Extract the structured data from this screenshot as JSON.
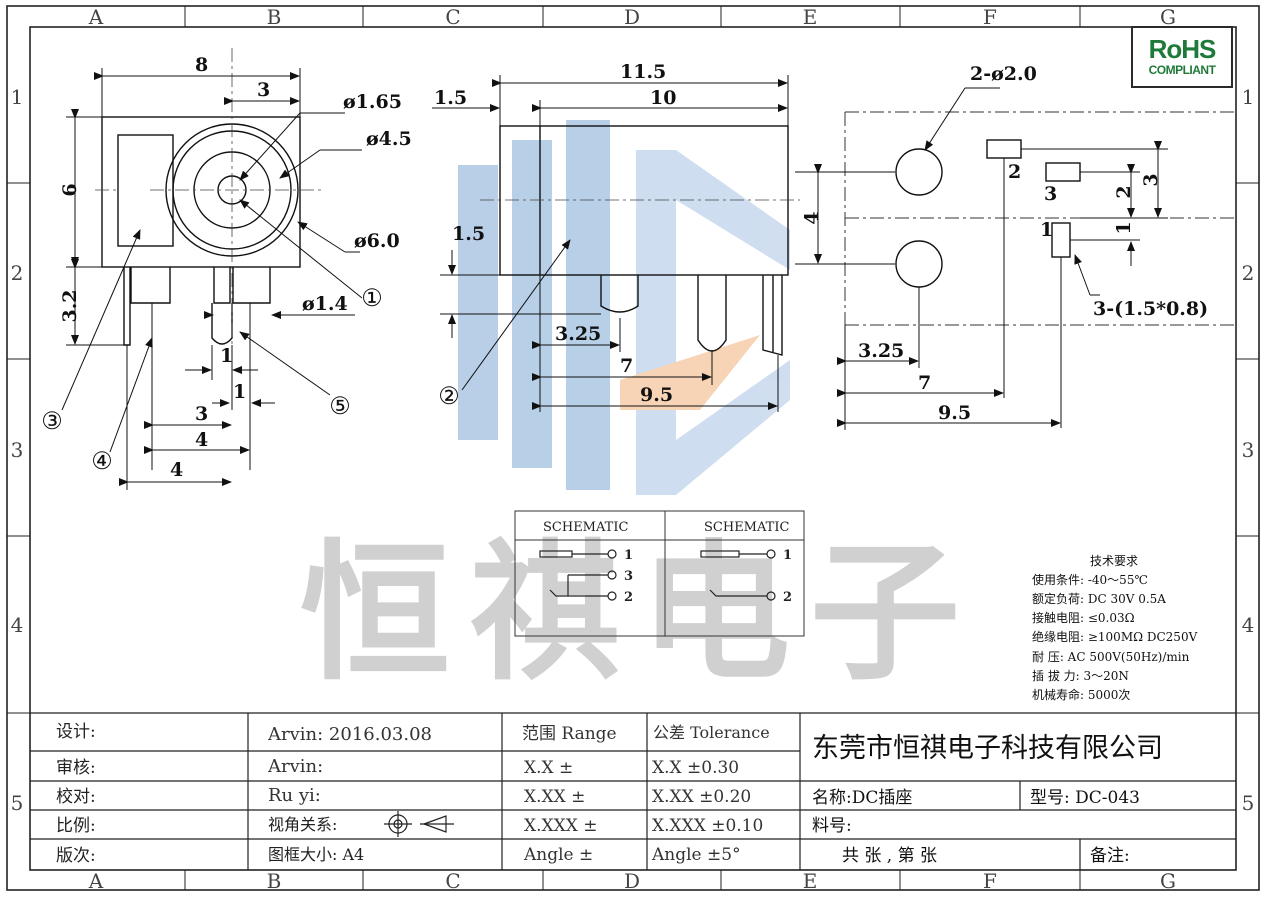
{
  "frame": {
    "columns": [
      "A",
      "B",
      "C",
      "D",
      "E",
      "F",
      "G"
    ],
    "rows": [
      "1",
      "2",
      "3",
      "4",
      "5"
    ]
  },
  "rohs": {
    "line1": "RoHS",
    "line2": "COMPLIANT",
    "color": "#1f7a3a"
  },
  "watermark": {
    "text": "恒祺电子",
    "color": "#c8c8c8"
  },
  "front_view": {
    "dims": {
      "w8": "8",
      "w3": "3",
      "d165": "ø1.65",
      "d45": "ø4.5",
      "d60": "ø6.0",
      "h6": "6",
      "h32": "3.2",
      "d14": "ø1.4",
      "p1a": "1",
      "p1b": "1",
      "p3": "3",
      "p4a": "4",
      "p4b": "4"
    },
    "callouts": {
      "c1": "①",
      "c3": "③",
      "c4": "④",
      "c5": "⑤"
    }
  },
  "side_view": {
    "dims": {
      "w115": "11.5",
      "w10": "10",
      "l15": "1.5",
      "h15": "1.5",
      "h4": "4",
      "x325": "3.25",
      "x7": "7",
      "x95": "9.5"
    },
    "callouts": {
      "c2": "②"
    }
  },
  "pcb_view": {
    "dims": {
      "holes": "2-ø2.0",
      "pads": "3-(1.5*0.8)",
      "y3": "3",
      "y2": "2",
      "y1": "1",
      "x325": "3.25",
      "x7": "7",
      "x95": "9.5"
    },
    "pad_labels": {
      "p1": "1",
      "p2": "2",
      "p3": "3"
    }
  },
  "schematic": {
    "left_title": "SCHEMATIC",
    "right_title": "SCHEMATIC",
    "left_pins": [
      "1",
      "3",
      "2"
    ],
    "right_pins": [
      "1",
      "2"
    ]
  },
  "specs": {
    "title": "技术要求",
    "rows": [
      "使用条件: -40～55℃",
      "额定负荷: DC 30V 0.5A",
      "接触电阻: ≤0.03Ω",
      "绝缘电阻: ≥100MΩ DC250V",
      "耐    压: AC 500V(50Hz)/min",
      "插 拔 力: 3～20N",
      "机械寿命: 5000次"
    ]
  },
  "title_block": {
    "labels": {
      "design": "设计:",
      "review": "审核:",
      "check": "校对:",
      "scale": "比例:",
      "revision": "版次:"
    },
    "design_value": "Arvin:  2016.03.08",
    "review_value": "Arvin:",
    "check_value": "Ru  yi:",
    "view_label": "视角关系:",
    "size_label": "图框大小:  A4",
    "range_header": "范围 Range",
    "tolerance_header": "公差 Tolerance",
    "ranges": [
      "X.X    ±",
      "X.XX    ±",
      "X.XXX  ±",
      "Angle  ±"
    ],
    "tolerances": [
      "X.X      ±0.30",
      "X.XX    ±0.20",
      "X.XXX  ±0.10",
      "Angle  ±5°"
    ],
    "company": "东莞市恒祺电子科技有限公司",
    "name": "名称:DC插座",
    "model": "型号: DC-043",
    "material": "料号:",
    "sheet": "共   张 , 第   张",
    "remarks": "备注:"
  }
}
